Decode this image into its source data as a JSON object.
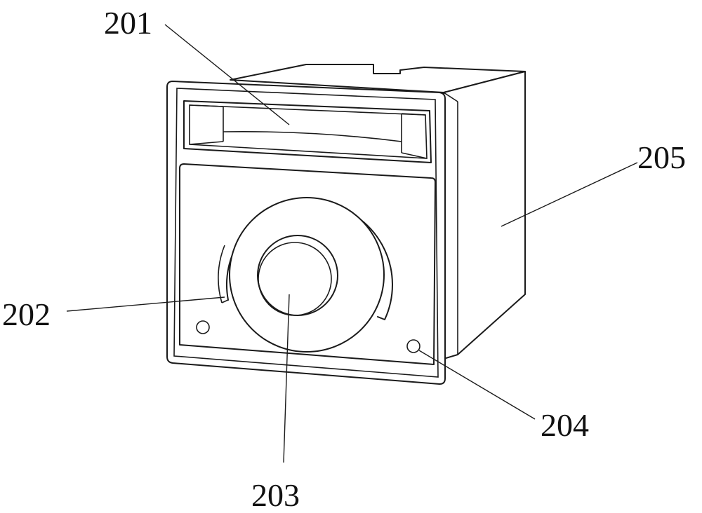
{
  "labels": {
    "l201": "201",
    "l202": "202",
    "l203": "203",
    "l204": "204",
    "l205": "205"
  },
  "colors": {
    "line": "#1a1a1a",
    "background": "#ffffff"
  }
}
